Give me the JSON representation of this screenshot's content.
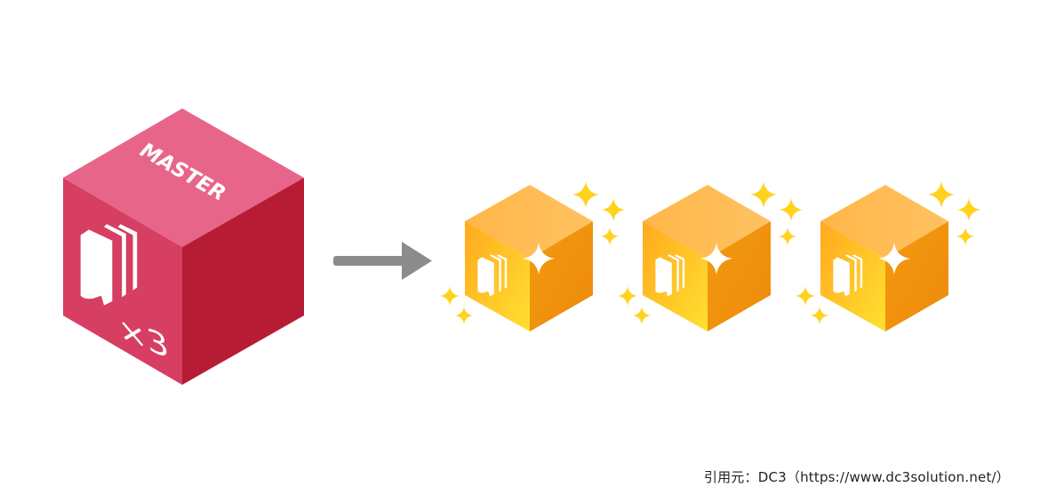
{
  "master_cube": {
    "label": "MASTER",
    "multiplier": "×3",
    "colors": {
      "top": "#E8658A",
      "left": "#D63E62",
      "right": "#B71C35",
      "icon": "#ffffff"
    },
    "icon": "stacked-documents-icon"
  },
  "arrow": {
    "icon": "right-arrow-icon",
    "color": "#8C8C8C"
  },
  "copies": [
    {
      "icon": "stacked-documents-icon"
    },
    {
      "icon": "stacked-documents-icon"
    },
    {
      "icon": "stacked-documents-icon"
    }
  ],
  "copy_colors": {
    "top": "#FFBE57",
    "left": "#FFC83A",
    "right": "#F0920C",
    "sparkle": "#FFD21E",
    "sparkle_on_cube": "#ffffff"
  },
  "citation": "引用元：DC3（https://www.dc3solution.net/）"
}
